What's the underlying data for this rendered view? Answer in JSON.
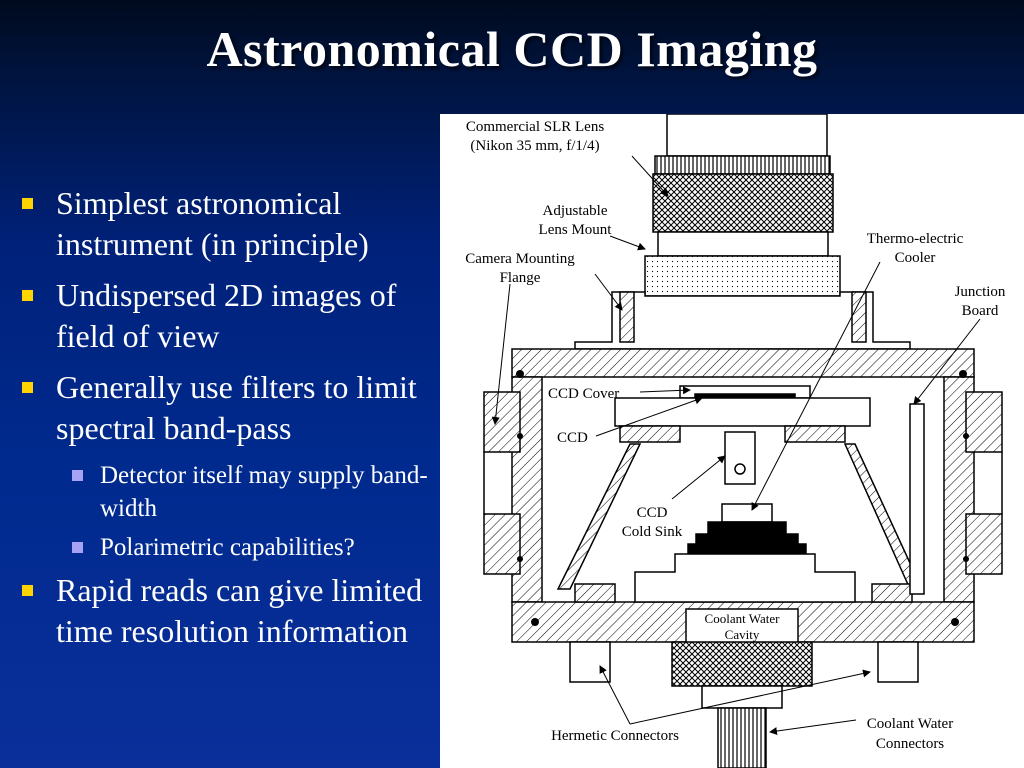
{
  "slide": {
    "title": "Astronomical CCD Imaging",
    "bullets": [
      "Simplest astronomical instrument (in principle)",
      "Undispersed 2D images of field of view",
      "Generally use filters to limit spectral band-pass"
    ],
    "sub_bullets": [
      "Detector itself may supply band-width",
      "Polarimetric capabilities?"
    ],
    "last_bullet": "Rapid reads can give limited time resolution information"
  },
  "figure": {
    "labels": {
      "slr_lens_1": "Commercial SLR Lens",
      "slr_lens_2": "(Nikon 35 mm, f/1/4)",
      "lens_mount_1": "Adjustable",
      "lens_mount_2": "Lens Mount",
      "flange_1": "Camera Mounting",
      "flange_2": "Flange",
      "te_cooler_1": "Thermo-electric",
      "te_cooler_2": "Cooler",
      "junction_1": "Junction",
      "junction_2": "Board",
      "ccd_cover": "CCD Cover",
      "ccd": "CCD",
      "cold_sink_1": "CCD",
      "cold_sink_2": "Cold Sink",
      "coolant_cavity_1": "Coolant Water",
      "coolant_cavity_2": "Cavity",
      "hermetic": "Hermetic Connectors",
      "coolant_conn_1": "Coolant Water",
      "coolant_conn_2": "Connectors"
    }
  },
  "colors": {
    "bullet_main": "#ffd400",
    "bullet_sub": "#a7a2f5",
    "text": "#ffffff"
  }
}
